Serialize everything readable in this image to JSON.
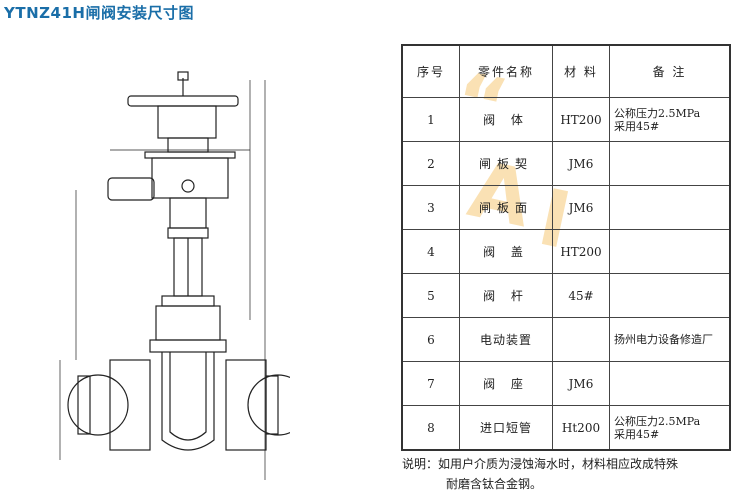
{
  "title": "YTNZ41H闸阀安装尺寸图",
  "table": {
    "headers": [
      "序号",
      "零件名称",
      "材 料",
      "备 注"
    ],
    "rows": [
      {
        "no": "1",
        "name": "阀  体",
        "material": "HT200",
        "note": "公称压力2.5MPa\n采用45#"
      },
      {
        "no": "2",
        "name": "闸板契",
        "material": "JM6",
        "note": ""
      },
      {
        "no": "3",
        "name": "闸板面",
        "material": "JM6",
        "note": ""
      },
      {
        "no": "4",
        "name": "阀  盖",
        "material": "HT200",
        "note": ""
      },
      {
        "no": "5",
        "name": "阀  杆",
        "material": "45#",
        "note": ""
      },
      {
        "no": "6",
        "name": "电动装置",
        "material": "",
        "note": "扬州电力设备修造厂"
      },
      {
        "no": "7",
        "name": "阀  座",
        "material": "JM6",
        "note": ""
      },
      {
        "no": "8",
        "name": "进口短管",
        "material": "Ht200",
        "note": "公称压力2.5MPa\n采用45#"
      }
    ]
  },
  "footnote": {
    "line1": "说明：如用户介质为浸蚀海水时，材料相应改成特殊",
    "line2": "耐磨含钛合金钢。"
  },
  "colors": {
    "title": "#1a6ea8",
    "watermark": "#f0aa28"
  }
}
